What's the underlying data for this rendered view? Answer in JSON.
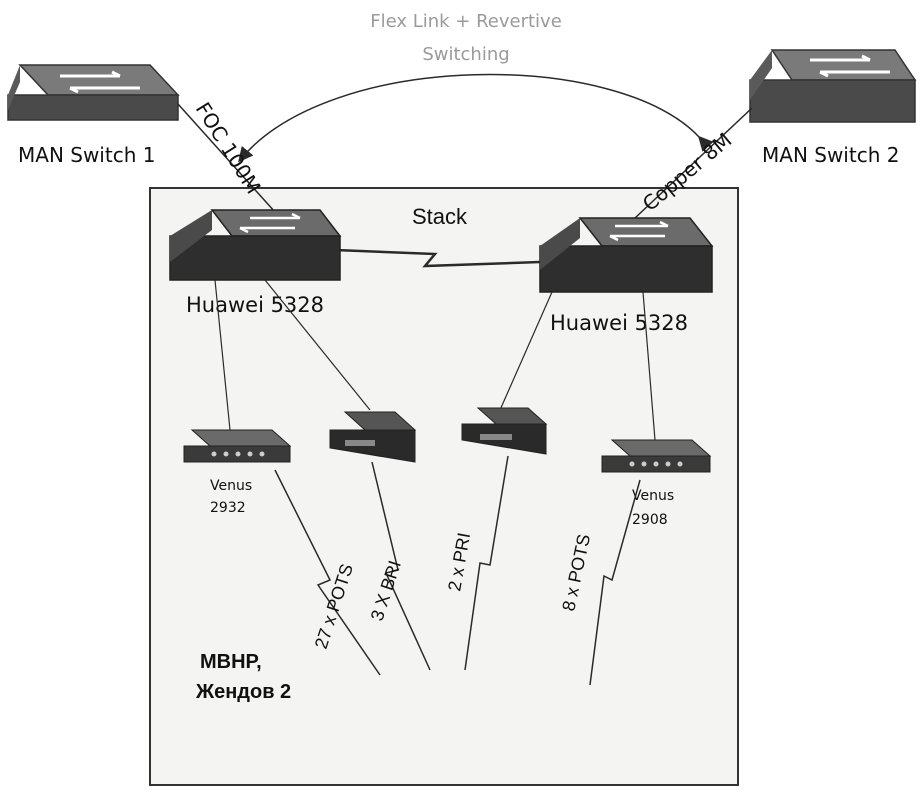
{
  "title_line1": "Flex Link + Revertive",
  "title_line2": "Switching",
  "man_switch_1": "MAN Switch 1",
  "man_switch_2": "MAN Switch 2",
  "link_foc": "FOC 100M",
  "link_copper": "Copper 8M",
  "stack_label": "Stack",
  "huawei_left": "Huawei 5328",
  "huawei_right": "Huawei 5328",
  "venus_left_line1": "Venus",
  "venus_left_line2": "2932",
  "venus_right_line1": "Venus",
  "venus_right_line2": "2908",
  "link_pots_27": "27 x POTS",
  "link_bri": "3 X BRI",
  "link_pri": "2 x PRI",
  "link_pots_8": "8 x POTS",
  "site_line1": "МВНР,",
  "site_line2": "Жендов 2",
  "colors": {
    "switch_top": "#6b6b6b",
    "switch_side": "#2e2e2e",
    "line": "#2a2a2a",
    "frame_bg": "#f4f4f2"
  }
}
